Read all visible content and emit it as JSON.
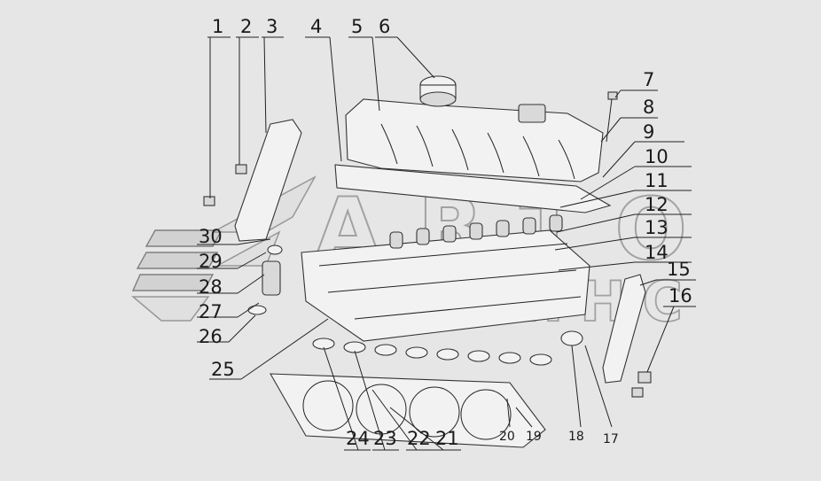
{
  "diagram": {
    "callouts": [
      "1",
      "2",
      "3",
      "4",
      "5",
      "6",
      "7",
      "8",
      "9",
      "10",
      "11",
      "12",
      "13",
      "14",
      "15",
      "16",
      "17",
      "18",
      "19",
      "20",
      "21",
      "22",
      "23",
      "24",
      "25",
      "26",
      "27",
      "28",
      "29",
      "30"
    ]
  },
  "watermark": {
    "line1": "АВТО",
    "line2": "АЛЬЯНС"
  },
  "colors": {
    "background": "#e6e6e6",
    "line": "#222222"
  }
}
